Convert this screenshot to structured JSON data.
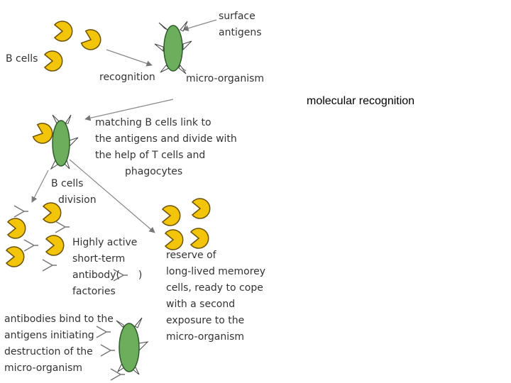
{
  "title": "molecular recognition",
  "labels": {
    "b_cells": "B cells",
    "surface_antigens": [
      "surface",
      "antigens"
    ],
    "recognition": "recognition",
    "micro_organism": "micro-organism",
    "matching": [
      "matching B cells link to",
      "the antigens and divide with",
      "the help of T cells and",
      "phagocytes"
    ],
    "division": [
      "B cells",
      "division"
    ],
    "factories": [
      "Highly active",
      "short-term",
      "antibody(",
      ")",
      "factories"
    ],
    "reserve": [
      "reserve of",
      "long-lived memorey",
      "cells, ready to cope",
      "with a second",
      "exposure to the",
      "micro-organism"
    ],
    "antibodies_bind": [
      "antibodies bind to the",
      "antigens initiating",
      "destruction of the",
      "micro-organism"
    ]
  },
  "colors": {
    "b_cell_fill": "#f2c40a",
    "b_cell_stroke": "#6b5200",
    "organism_fill": "#6cae5c",
    "organism_stroke": "#2f5a2a",
    "arrow": "#888888",
    "text": "#333333"
  },
  "icons": {
    "b_cell": "pacman-shaped-b-cell-icon",
    "organism": "spiky-micro-organism-icon",
    "antibody": "y-shaped-antibody-icon"
  }
}
